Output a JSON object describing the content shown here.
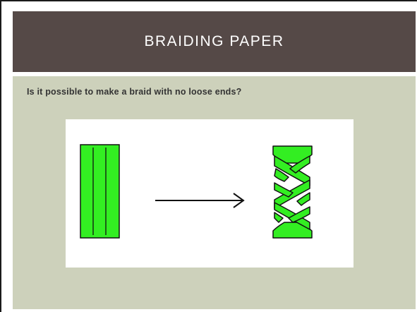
{
  "slide": {
    "title": "BRAIDING PAPER",
    "body_text": "Is it possible to make a braid with no loose ends?"
  },
  "figure": {
    "left_item": "paper-strip-with-two-slits",
    "arrow": "right-arrow",
    "right_item": "braided-paper-strip"
  },
  "colors": {
    "title_bar": "#554947",
    "title_text": "#ffffff",
    "content_bg": "#cdd1bb",
    "body_text": "#333333",
    "paper_green": "#33ee22",
    "outline": "#111111"
  }
}
